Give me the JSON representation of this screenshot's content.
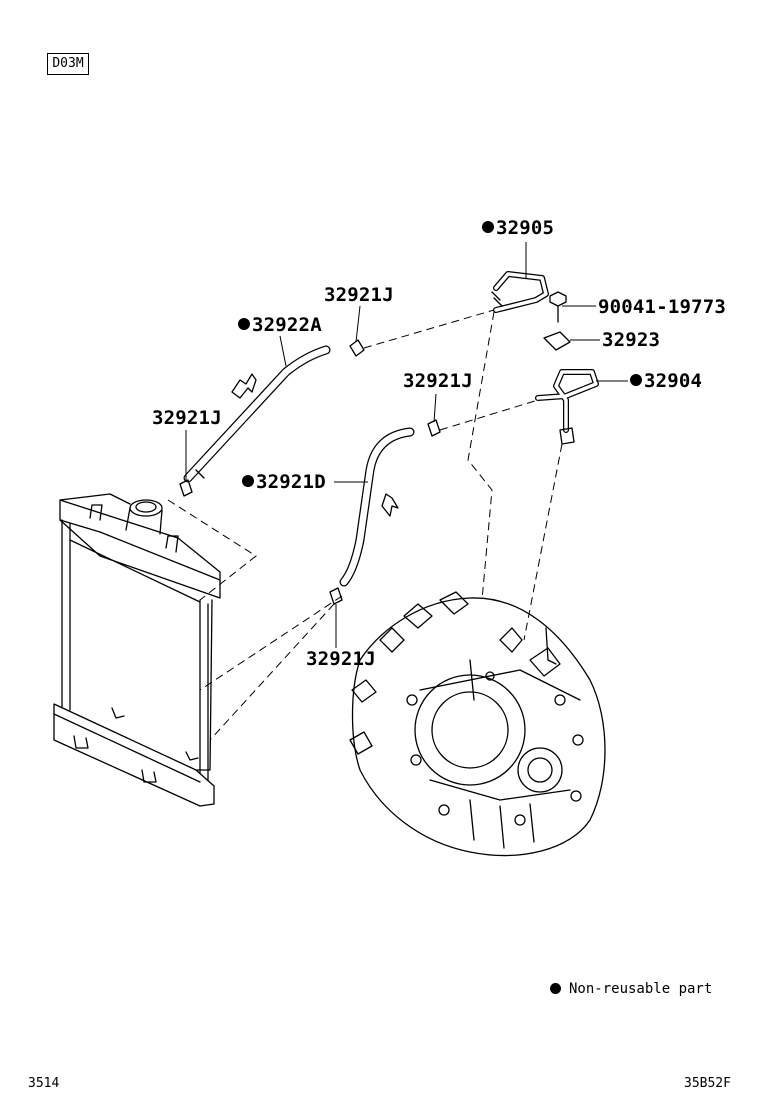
{
  "header": {
    "code": "D03M"
  },
  "parts": {
    "p32905": "32905",
    "p32921j_top": "32921J",
    "p90041": "90041-19773",
    "p32922a": "32922A",
    "p32923": "32923",
    "p32921j_mid": "32921J",
    "p32904": "32904",
    "p32921j_left": "32921J",
    "p32921d": "32921D",
    "p32921j_bottom": "32921J"
  },
  "legend": {
    "text": "Non-reusable part"
  },
  "footer": {
    "left": "3514",
    "right": "35B52F"
  }
}
